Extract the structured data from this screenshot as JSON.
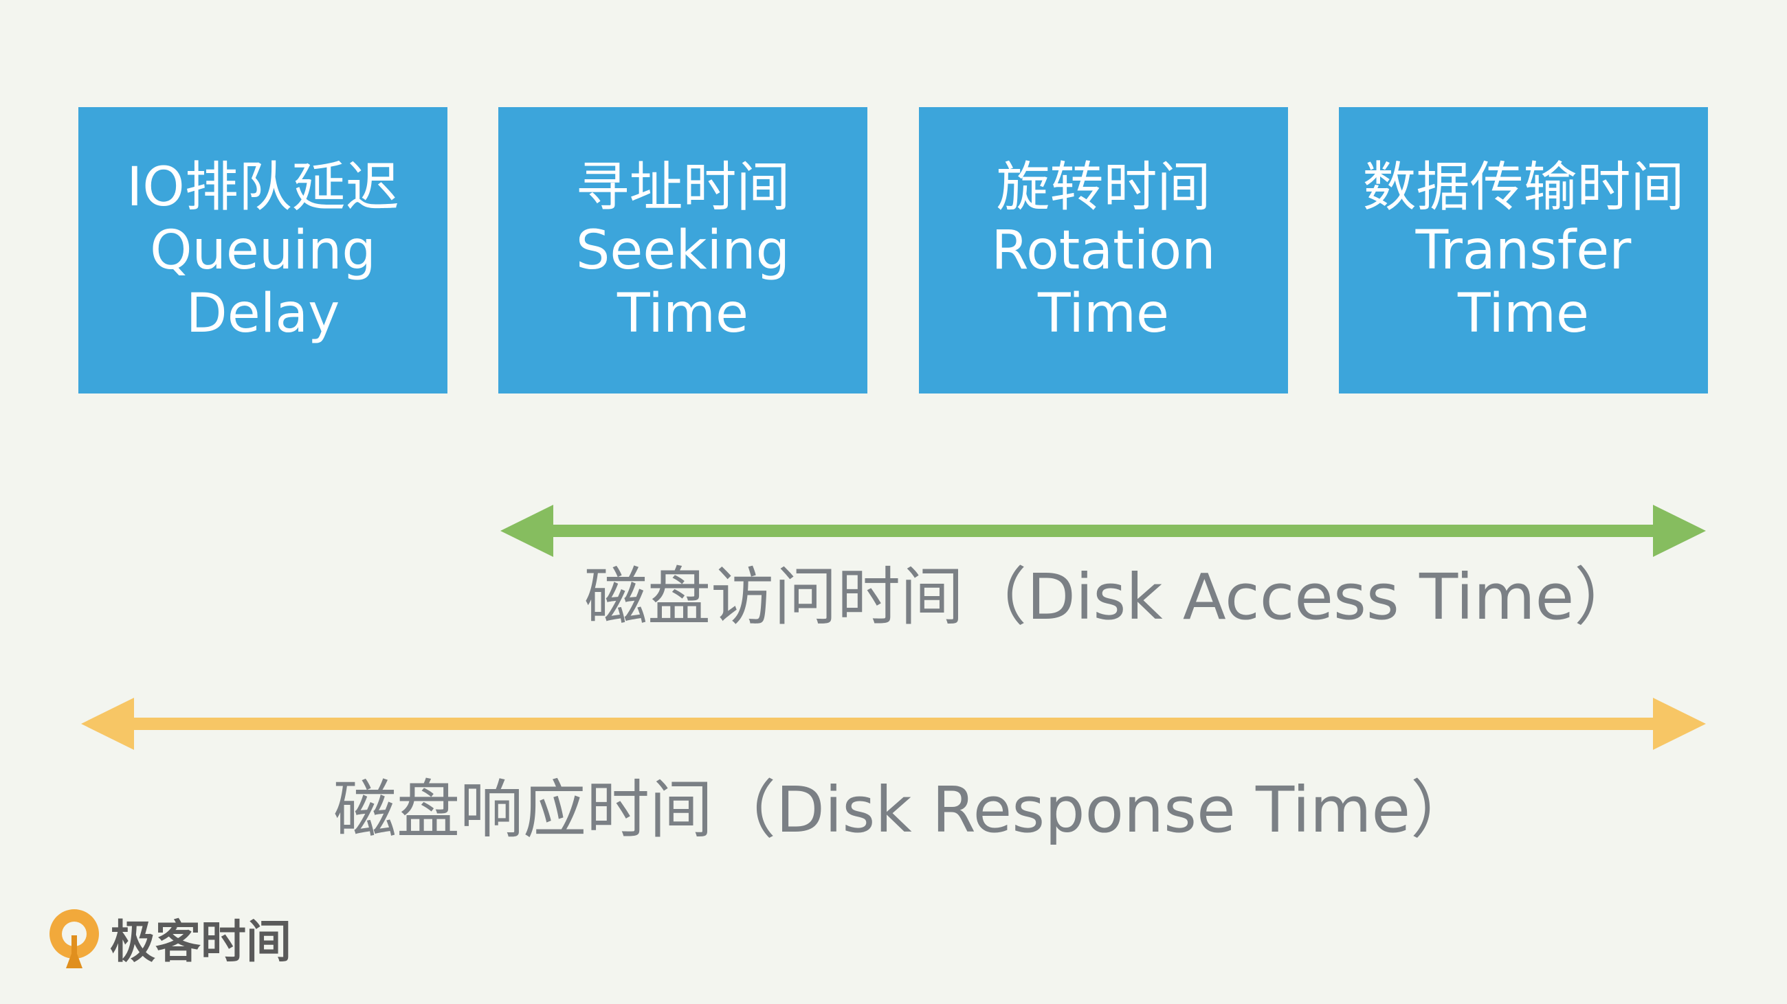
{
  "boxes": [
    {
      "lines": [
        "IO排队延迟",
        "Queuing",
        "Delay"
      ]
    },
    {
      "lines": [
        "寻址时间",
        "Seeking",
        "Time"
      ]
    },
    {
      "lines": [
        "旋转时间",
        "Rotation",
        "Time"
      ]
    },
    {
      "lines": [
        "数据传输时间",
        "Transfer",
        "Time"
      ]
    }
  ],
  "ranges": {
    "access": {
      "label": "磁盘访问时间（Disk Access Time）",
      "color": "#86bd5f"
    },
    "response": {
      "label": "磁盘响应时间（Disk Response Time）",
      "color": "#f7c665"
    }
  },
  "colors": {
    "box": "#3ca5db",
    "box_text": "#ffffff",
    "label_text": "#7b8085",
    "background": "#f3f5ef"
  },
  "logo": {
    "text": "极客时间",
    "icon": "geektime-logo-icon"
  }
}
